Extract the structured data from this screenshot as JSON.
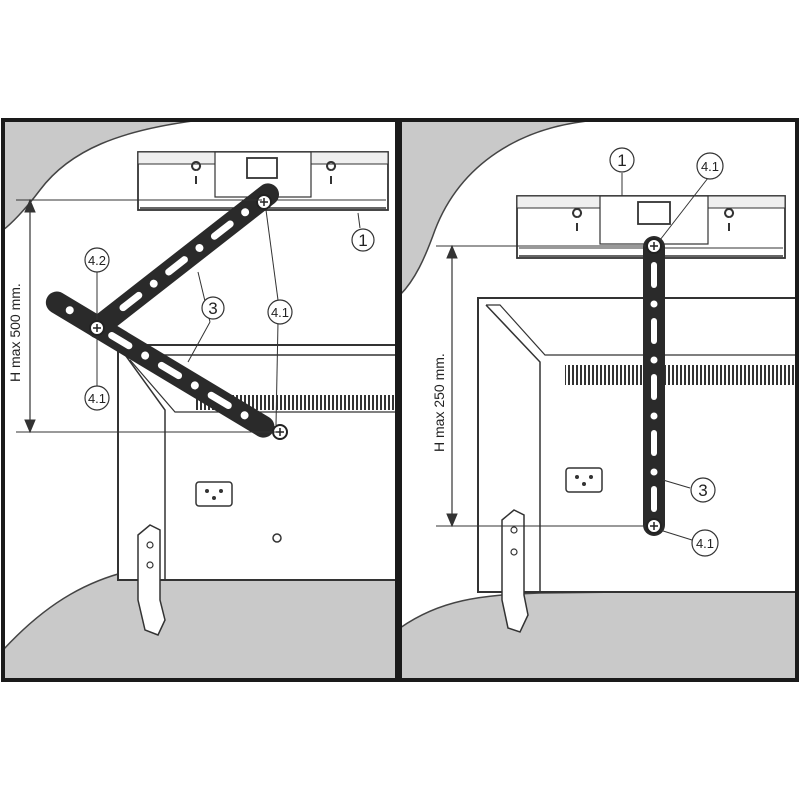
{
  "left_panel": {
    "callouts": {
      "c1": "1",
      "c3": "3",
      "c41_top": "4.1",
      "c42": "4.2",
      "c41_bottom": "4.1"
    },
    "dimension": "H max 500 mm."
  },
  "right_panel": {
    "callouts": {
      "c1": "1",
      "c41_top": "4.1",
      "c3": "3",
      "c41_bottom": "4.1"
    },
    "dimension": "H max 250 mm."
  },
  "colors": {
    "wall_gray": "#c9c9c9",
    "frame": "#1a1a1a",
    "line": "#333333",
    "bar": "#2a2a2a"
  }
}
